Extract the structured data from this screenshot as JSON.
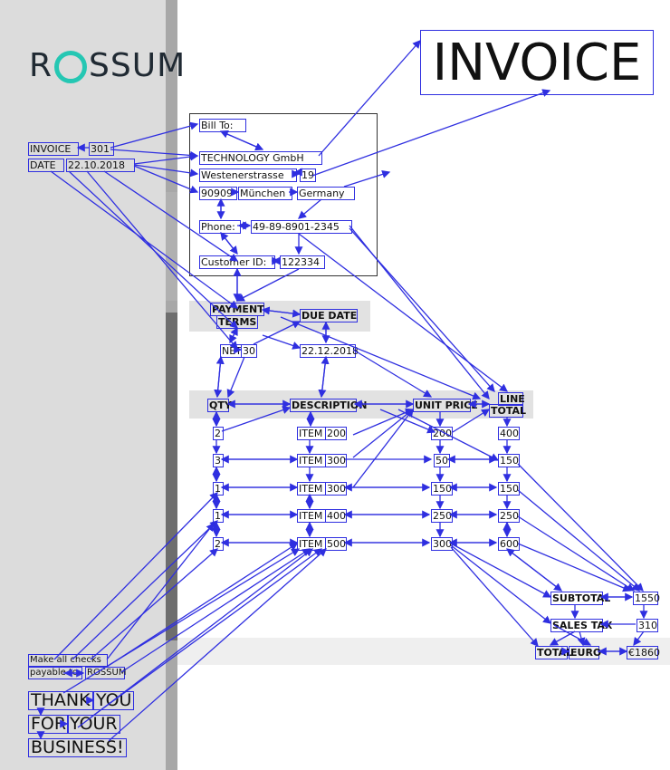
{
  "brand": {
    "logo_left": "R",
    "logo_right": "SSUM",
    "accent": "#25c7b3"
  },
  "title": "INVOICE",
  "meta": {
    "invoice_label": "INVOICE",
    "invoice_no": "301",
    "date_label": "DATE",
    "date_value": "22.10.2018"
  },
  "bill_to": {
    "label": "Bill To:",
    "company": "TECHNOLOGY GmbH",
    "street": "Westenerstrasse",
    "street_no": "19",
    "zip": "90909",
    "city": "München",
    "country": "Germany",
    "phone_label": "Phone:",
    "phone": "49-89-8901-2345",
    "customer_label": "Customer ID:",
    "customer_id": "122334"
  },
  "terms": {
    "payment_terms_1": "PAYMENT",
    "payment_terms_2": "TERMS",
    "due_label": "DUE DATE",
    "net_label": "NET",
    "net_days": "30",
    "due_value": "22.12.2018"
  },
  "table": {
    "col_qty": "QTY",
    "col_desc": "DESCRIPTION",
    "col_unit": "UNIT PRICE",
    "col_line_1": "LINE",
    "col_line_2": "TOTAL",
    "rows": [
      {
        "qty": "2",
        "item": "ITEM",
        "code": "200",
        "unit": "200",
        "total": "400"
      },
      {
        "qty": "3",
        "item": "ITEM",
        "code": "300",
        "unit": "50",
        "total": "150"
      },
      {
        "qty": "1",
        "item": "ITEM",
        "code": "300",
        "unit": "150",
        "total": "150"
      },
      {
        "qty": "1",
        "item": "ITEM",
        "code": "400",
        "unit": "250",
        "total": "250"
      },
      {
        "qty": "2",
        "item": "ITEM",
        "code": "500",
        "unit": "300",
        "total": "600"
      }
    ]
  },
  "totals": {
    "subtotal_label": "SUBTOTAL",
    "subtotal": "1550",
    "tax_label": "SALES TAX",
    "tax": "310",
    "total_label": "TOTAL",
    "currency": "EURO",
    "total": "€1860"
  },
  "footer": {
    "checks_1": "Make all checks",
    "checks_2": "payable to",
    "checks_3": "ROSSUM",
    "thanks_1": "THANK",
    "thanks_2": "YOU",
    "thanks_3": "FOR",
    "thanks_4": "YOUR",
    "thanks_5": "BUSINESS!"
  },
  "colors": {
    "annotation": "#2f2fe0",
    "sidebar": "#dcdcdc",
    "band": "#e2e2e2"
  }
}
